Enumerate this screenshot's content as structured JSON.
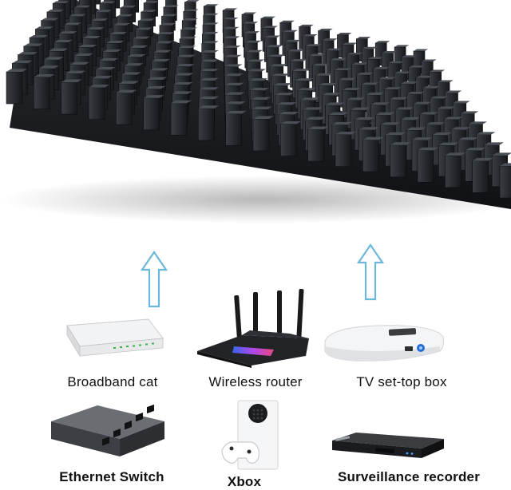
{
  "devices": [
    {
      "id": "broadband-cat",
      "label": "Broadband cat",
      "icon": "network-switch-white-icon"
    },
    {
      "id": "wireless-router",
      "label": "Wireless router",
      "icon": "gaming-router-icon"
    },
    {
      "id": "tv-set-top-box",
      "label": "TV set-top box",
      "icon": "set-top-box-icon"
    },
    {
      "id": "ethernet-switch",
      "label": "Ethernet Switch",
      "icon": "ethernet-switch-icon"
    },
    {
      "id": "xbox",
      "label": "Xbox",
      "icon": "xbox-console-icon"
    },
    {
      "id": "surveillance-recorder",
      "label": "Surveillance recorder",
      "icon": "dvr-recorder-icon"
    }
  ],
  "colors": {
    "heatsink": "#1c1e22",
    "arrow": "#6cb8dc",
    "text": "#111111"
  }
}
